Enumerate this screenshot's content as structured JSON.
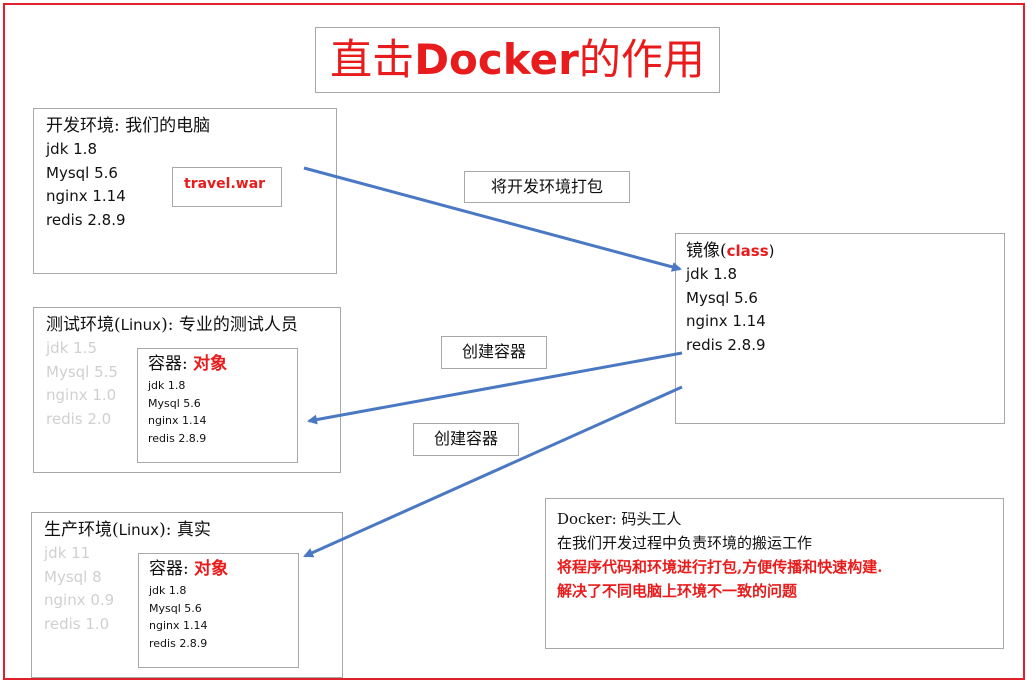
{
  "title": {
    "cn_prefix": "直击",
    "en": "Docker",
    "cn_suffix": "的作用"
  },
  "dev_env": {
    "heading": "开发环境: 我们的电脑",
    "items": [
      "jdk 1.8",
      "Mysql 5.6",
      "nginx 1.14",
      "redis 2.8.9"
    ],
    "war_label": "travel.war"
  },
  "pack_label": "将开发环境打包",
  "image_box": {
    "heading_cn": "镜像(",
    "heading_red": "class",
    "heading_end": ")",
    "items": [
      "jdk 1.8",
      "Mysql 5.6",
      "nginx 1.14",
      "redis 2.8.9"
    ]
  },
  "create_label_1": "创建容器",
  "create_label_2": "创建容器",
  "test_env": {
    "heading_cn": "测试环境(",
    "heading_en": "Linux",
    "heading_end": "): 专业的测试人员",
    "old_items": [
      "jdk 1.5",
      "Mysql 5.5",
      "nginx 1.0",
      "redis 2.0"
    ],
    "container": {
      "heading": "容器: ",
      "heading_red": "对象",
      "items": [
        "jdk 1.8",
        "Mysql 5.6",
        "nginx 1.14",
        "redis 2.8.9"
      ]
    }
  },
  "prod_env": {
    "heading_cn": "生产环境(",
    "heading_en": "Linux",
    "heading_end": "): 真实",
    "old_items": [
      "jdk 11",
      "Mysql 8",
      "nginx 0.9",
      "redis 1.0"
    ],
    "container": {
      "heading": "容器: ",
      "heading_red": "对象",
      "items": [
        "jdk 1.8",
        "Mysql 5.6",
        "nginx 1.14",
        "redis 2.8.9"
      ]
    }
  },
  "note": {
    "line1_en": "Docker",
    "line1_cn": ": 码头工人",
    "line2": "在我们开发过程中负责环境的搬运工作",
    "line3": "将程序代码和环境进行打包,方便传播和快速构建.",
    "line4": "解决了不同电脑上环境不一致的问题"
  },
  "colors": {
    "accent_red": "#e81c1c",
    "arrow_blue": "#4a78c2",
    "border_grey": "#a8a8a8",
    "faded_grey": "#d0d0d0"
  }
}
